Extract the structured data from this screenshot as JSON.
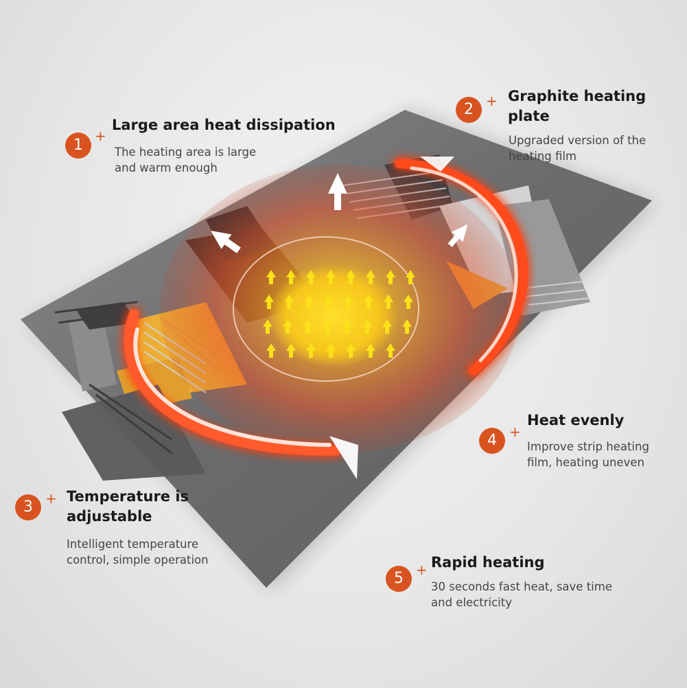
{
  "colors": {
    "accent": "#d8531f",
    "carpet": "#6d6c6e",
    "heat_core": "#f7d21d",
    "heat_ring": "#f05a28"
  },
  "callouts": [
    {
      "number": "1",
      "title": "Large area heat dissipation",
      "description": "The heating area is large and warm enough"
    },
    {
      "number": "2",
      "title": "Graphite heating plate",
      "description": "Upgraded version of the heating film"
    },
    {
      "number": "3",
      "title": "Temperature is adjustable",
      "description": "Intelligent temperature control, simple operation"
    },
    {
      "number": "4",
      "title": "Heat evenly",
      "description": "Improve strip heating film, heating uneven"
    },
    {
      "number": "5",
      "title": "Rapid heating",
      "description": "30 seconds fast heat, save time and electricity"
    }
  ],
  "icons": {
    "plus": "plus-icon",
    "heat_arrow": "up-arrow-icon",
    "rotation": "circular-arrow-icon"
  }
}
